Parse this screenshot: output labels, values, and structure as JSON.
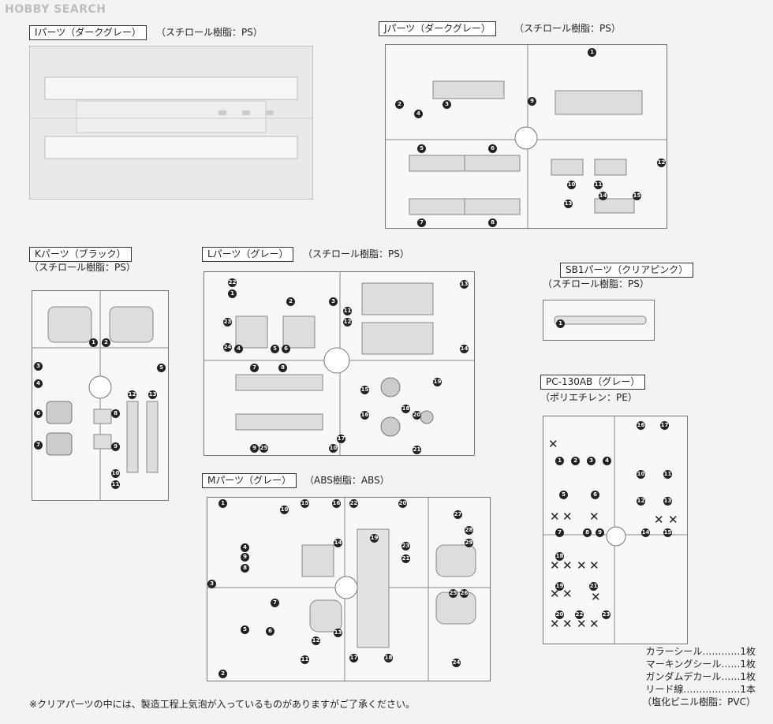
{
  "watermark": "HOBBY SEARCH",
  "sections": {
    "I": {
      "label": "Iパーツ（ダークグレー）",
      "note": "（スチロール樹脂：PS）"
    },
    "J": {
      "label": "Jパーツ（ダークグレー）",
      "note": "（スチロール樹脂：PS）",
      "nums": [
        "1",
        "2",
        "3",
        "4",
        "5",
        "6",
        "7",
        "8",
        "9",
        "10",
        "11",
        "12",
        "13",
        "14",
        "15"
      ]
    },
    "K": {
      "label": "Kパーツ（ブラック）",
      "note": "（スチロール樹脂：PS）",
      "nums": [
        "1",
        "2",
        "3",
        "4",
        "5",
        "6",
        "7",
        "8",
        "9",
        "10",
        "11",
        "12",
        "13"
      ]
    },
    "L": {
      "label": "Lパーツ（グレー）",
      "note": "（スチロール樹脂：PS）",
      "nums": [
        "1",
        "2",
        "3",
        "4",
        "5",
        "6",
        "7",
        "8",
        "9",
        "10",
        "11",
        "12",
        "13",
        "14",
        "15",
        "16",
        "17",
        "18",
        "19",
        "20",
        "21",
        "22",
        "23",
        "24",
        "25"
      ]
    },
    "SB1": {
      "label": "SB1パーツ（クリアピンク）",
      "note": "（スチロール樹脂：PS）",
      "nums": [
        "1"
      ]
    },
    "PC": {
      "label": "PC-130AB（グレー）",
      "note": "（ポリエチレン：PE）",
      "nums": [
        "1",
        "2",
        "3",
        "4",
        "5",
        "6",
        "7",
        "8",
        "9",
        "10",
        "11",
        "12",
        "13",
        "14",
        "15",
        "16",
        "17",
        "18",
        "19",
        "20",
        "21",
        "22",
        "23"
      ]
    },
    "M": {
      "label": "Mパーツ（グレー）",
      "note": "（ABS樹脂：ABS）",
      "nums": [
        "1",
        "2",
        "3",
        "4",
        "5",
        "6",
        "7",
        "8",
        "9",
        "10",
        "11",
        "12",
        "13",
        "14",
        "15",
        "16",
        "17",
        "18",
        "19",
        "20",
        "21",
        "22",
        "23",
        "24",
        "25",
        "26",
        "27",
        "28",
        "29"
      ]
    }
  },
  "inventory": [
    "カラーシール…………1枚",
    "マーキングシール……1枚",
    "ガンダムデカール……1枚",
    "リード線………………1本",
    "（塩化ビニル樹脂：PVC）"
  ],
  "footnote": "※クリアパーツの中には、製造工程上気泡が入っているものがありますがご了承ください。",
  "x_mark": "✕"
}
